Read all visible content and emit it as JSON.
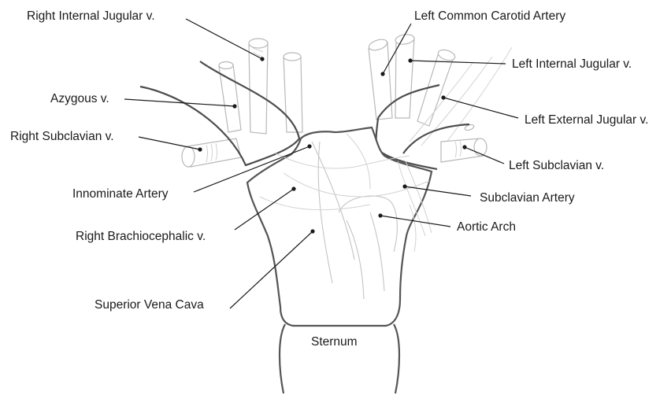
{
  "labels": {
    "right_internal_jugular": "Right Internal Jugular v.",
    "left_common_carotid": "Left Common Carotid Artery",
    "left_internal_jugular": "Left Internal Jugular v.",
    "azygous": "Azygous v.",
    "left_external_jugular": "Left External Jugular v.",
    "right_subclavian": "Right Subclavian v.",
    "left_subclavian": "Left Subclavian v.",
    "innominate_artery": "Innominate Artery",
    "subclavian_artery": "Subclavian Artery",
    "aortic_arch": "Aortic Arch",
    "right_brachiocephalic": "Right Brachiocephalic v.",
    "superior_vena_cava": "Superior Vena Cava",
    "sternum": "Sternum"
  },
  "colors": {
    "text": "#1a1a1a",
    "outline": "#555555",
    "faint_line": "#d2d2d2",
    "background": "#ffffff"
  }
}
